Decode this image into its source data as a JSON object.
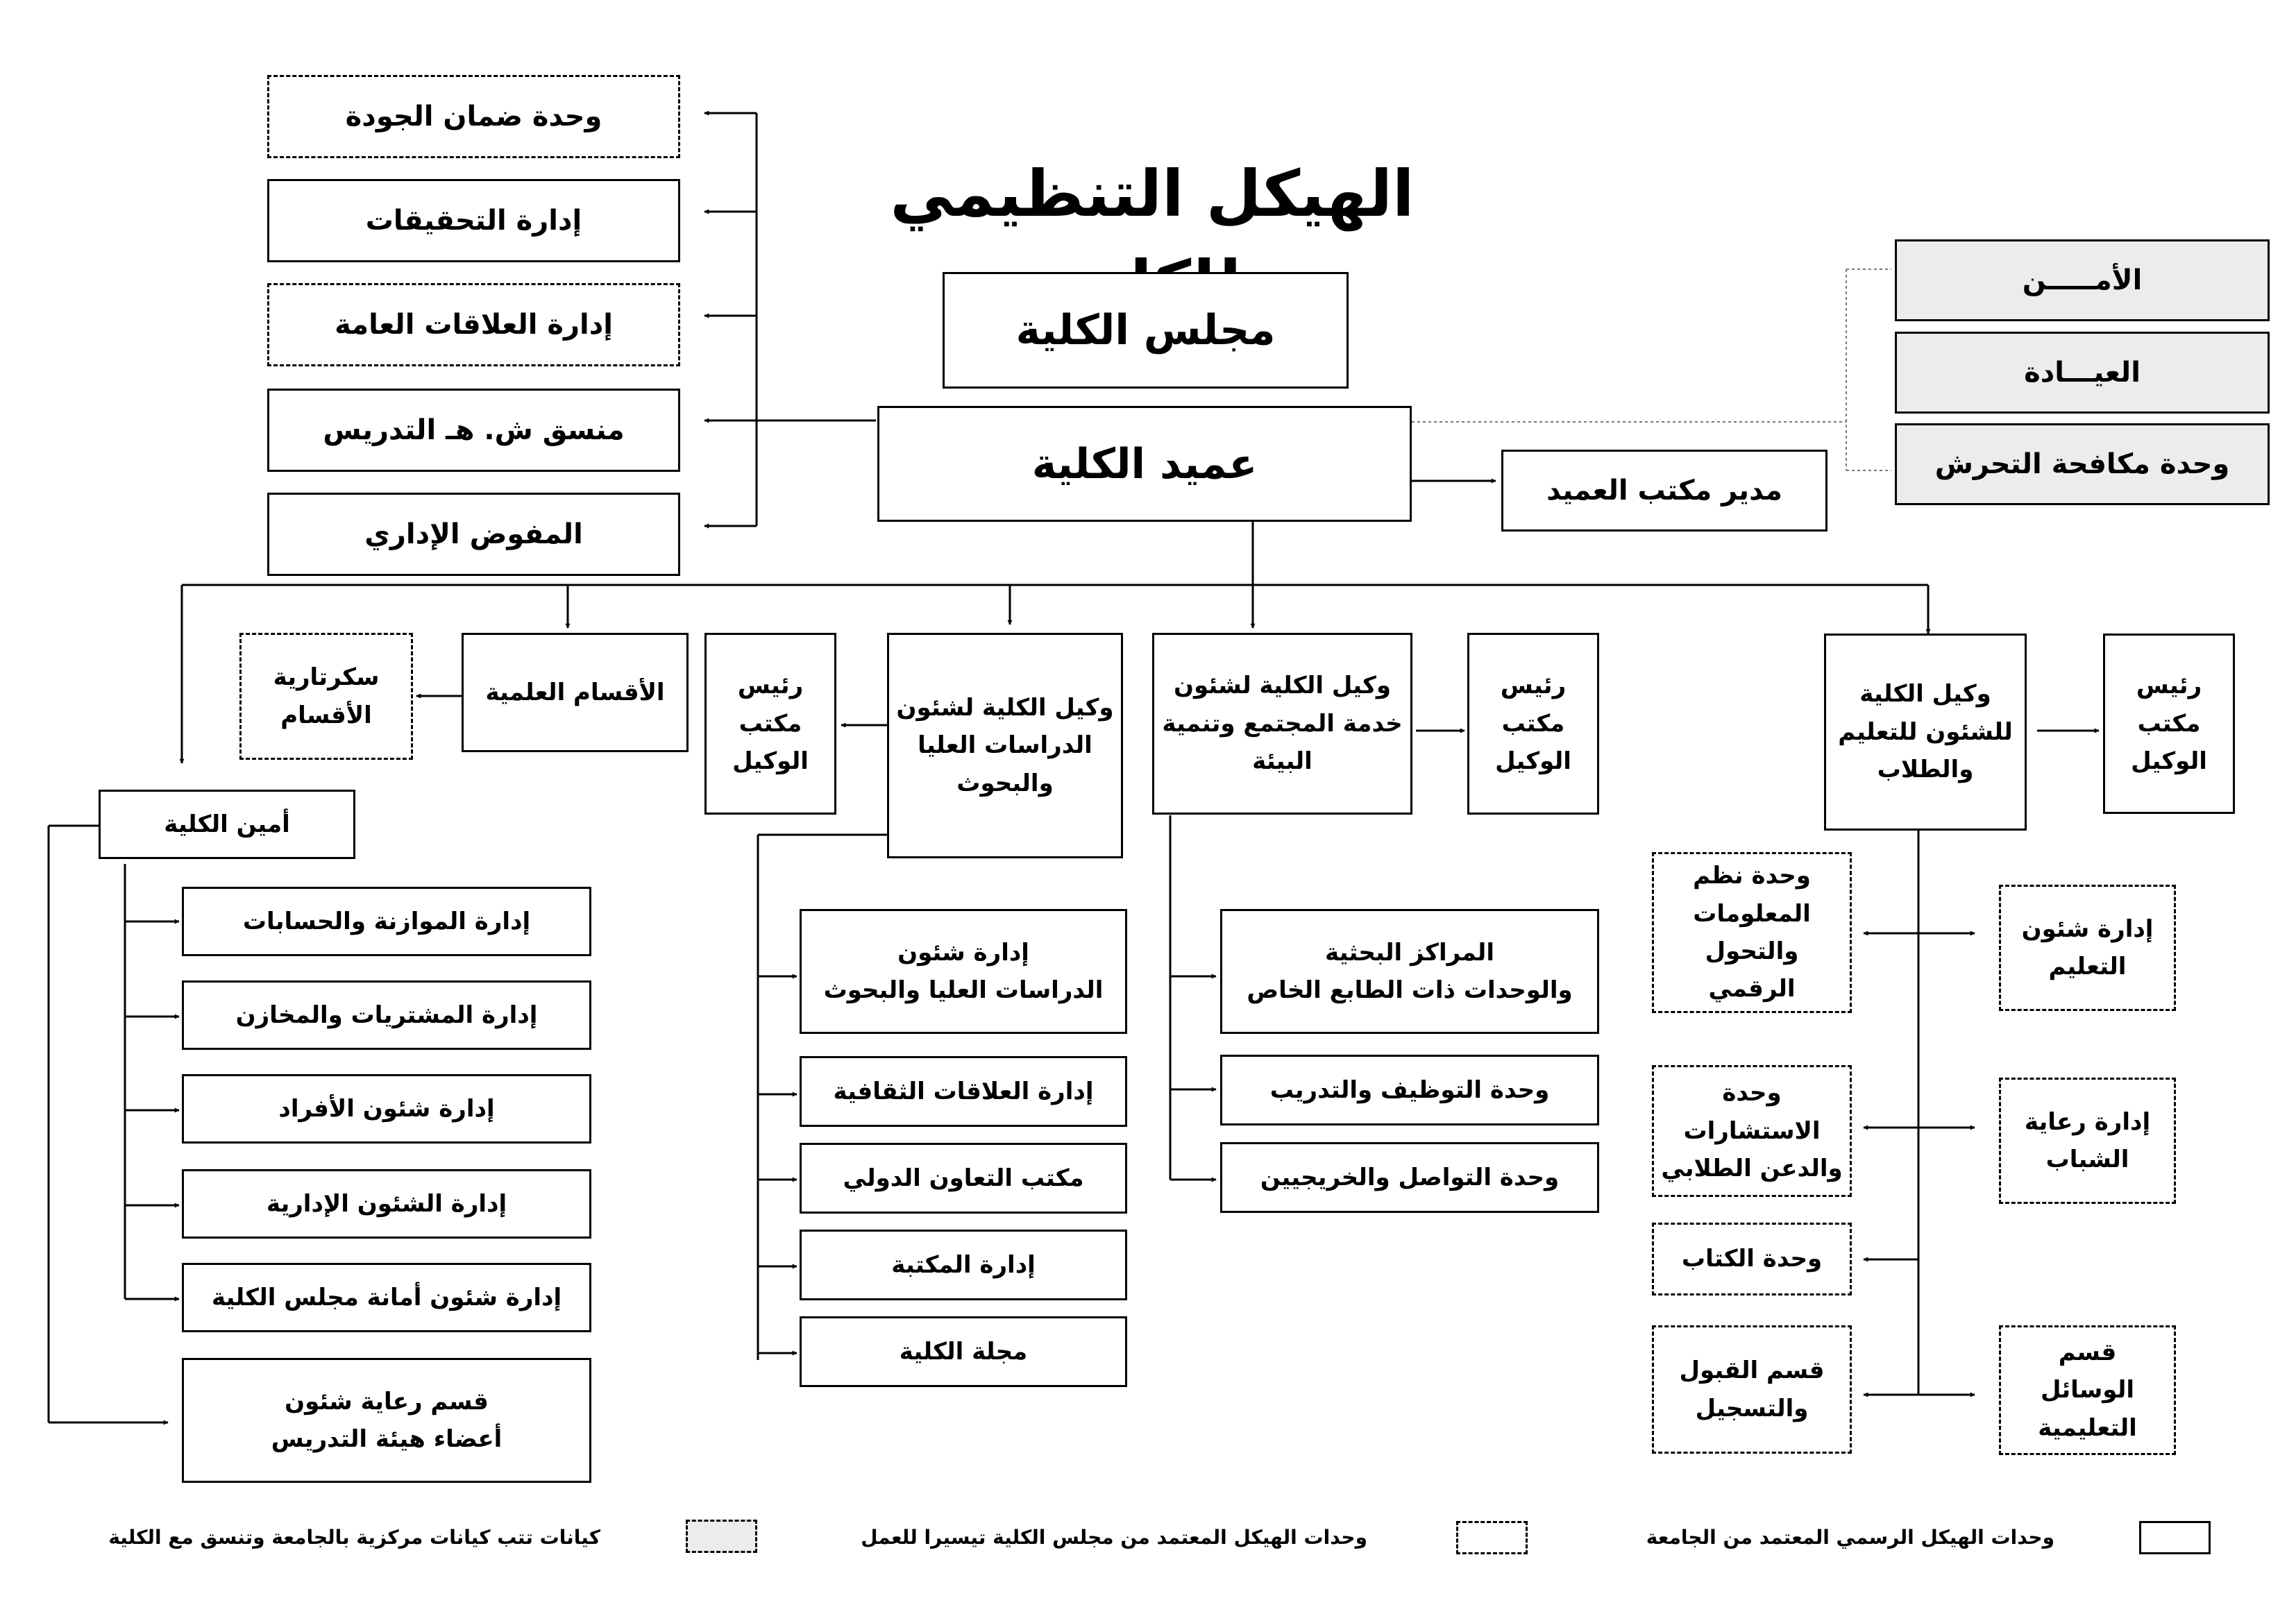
{
  "title": "الهيكل التنظيمي للكلية",
  "colors": {
    "line": "#000000",
    "gray_fill": "#ececec",
    "background": "#ffffff"
  },
  "top": {
    "council": "مجلس الكلية",
    "dean": "عميد الكلية",
    "dean_office_manager": "مدير مكتب العميد"
  },
  "left_units": {
    "quality": "وحدة ضمان الجودة",
    "investigations": "إدارة التحقيقات",
    "public_relations": "إدارة العلاقات العامة",
    "faculty_coordinator": "منسق ش. هـ التدريس",
    "admin_delegate": "المفوض الإداري"
  },
  "right_units": {
    "security": "الأمـــــن",
    "clinic": "العيـــادة",
    "anti_harassment": "وحدة مكافحة التحرش"
  },
  "vp_education": {
    "title": "وكيل الكلية\nللشئون للتعليم\nوالطلاب",
    "office": "رئيس\nمكتب\nالوكيل",
    "children_right": [
      "إدارة شئون\nالتعليم",
      "إدارة رعاية\nالشباب",
      "قسم الوسائل\nالتعليمية"
    ],
    "children_left": [
      "وحدة نظم\nالمعلومات\nوالتحول الرقمي",
      "وحدة الاستشارات\nوالدعن الطلابي",
      "وحدة الكتاب",
      "قسم القبول\nوالتسجيل"
    ]
  },
  "vp_community": {
    "title": "وكيل الكلية لشئون\nخدمة المجتمع وتنمية\nالبيئة",
    "office": "رئيس\nمكتب\nالوكيل",
    "children": [
      "المراكز البحثية\nوالوحدات ذات الطابع الخاص",
      "وحدة التوظيف والتدريب",
      "وحدة التواصل والخريجيين"
    ]
  },
  "vp_graduate": {
    "title": "وكيل الكلية لشئون\nالدراسات العليا\nوالبحوث",
    "office": "رئيس\nمكتب\nالوكيل",
    "children": [
      "إدارة شئون\nالدراسات العليا والبحوث",
      "إدارة العلاقات الثقافية",
      "مكتب التعاون الدولي",
      "إدارة المكتبة",
      "مجلة الكلية"
    ]
  },
  "departments": {
    "scientific": "الأقسام العلمية",
    "secretariat": "سكرتارية\nالأقسام"
  },
  "secretary": {
    "title": "أمين الكلية",
    "children": [
      "إدارة الموازنة والحسابات",
      "إدارة المشتريات والمخازن",
      "إدارة شئون الأفراد",
      "إدارة الشئون الإدارية",
      "إدارة شئون أمانة مجلس الكلية",
      "قسم رعاية شئون\nأعضاء  هيئة التدريس"
    ]
  },
  "legend": {
    "official": "وحدات الهيكل الرسمي المعتمد من الجامعة",
    "council_approved": "وحدات الهيكل المعتمد من مجلس الكلية تيسيرا للعمل",
    "central": "كيانات تتب كيانات مركزية بالجامعة وتنسق مع الكلية"
  }
}
